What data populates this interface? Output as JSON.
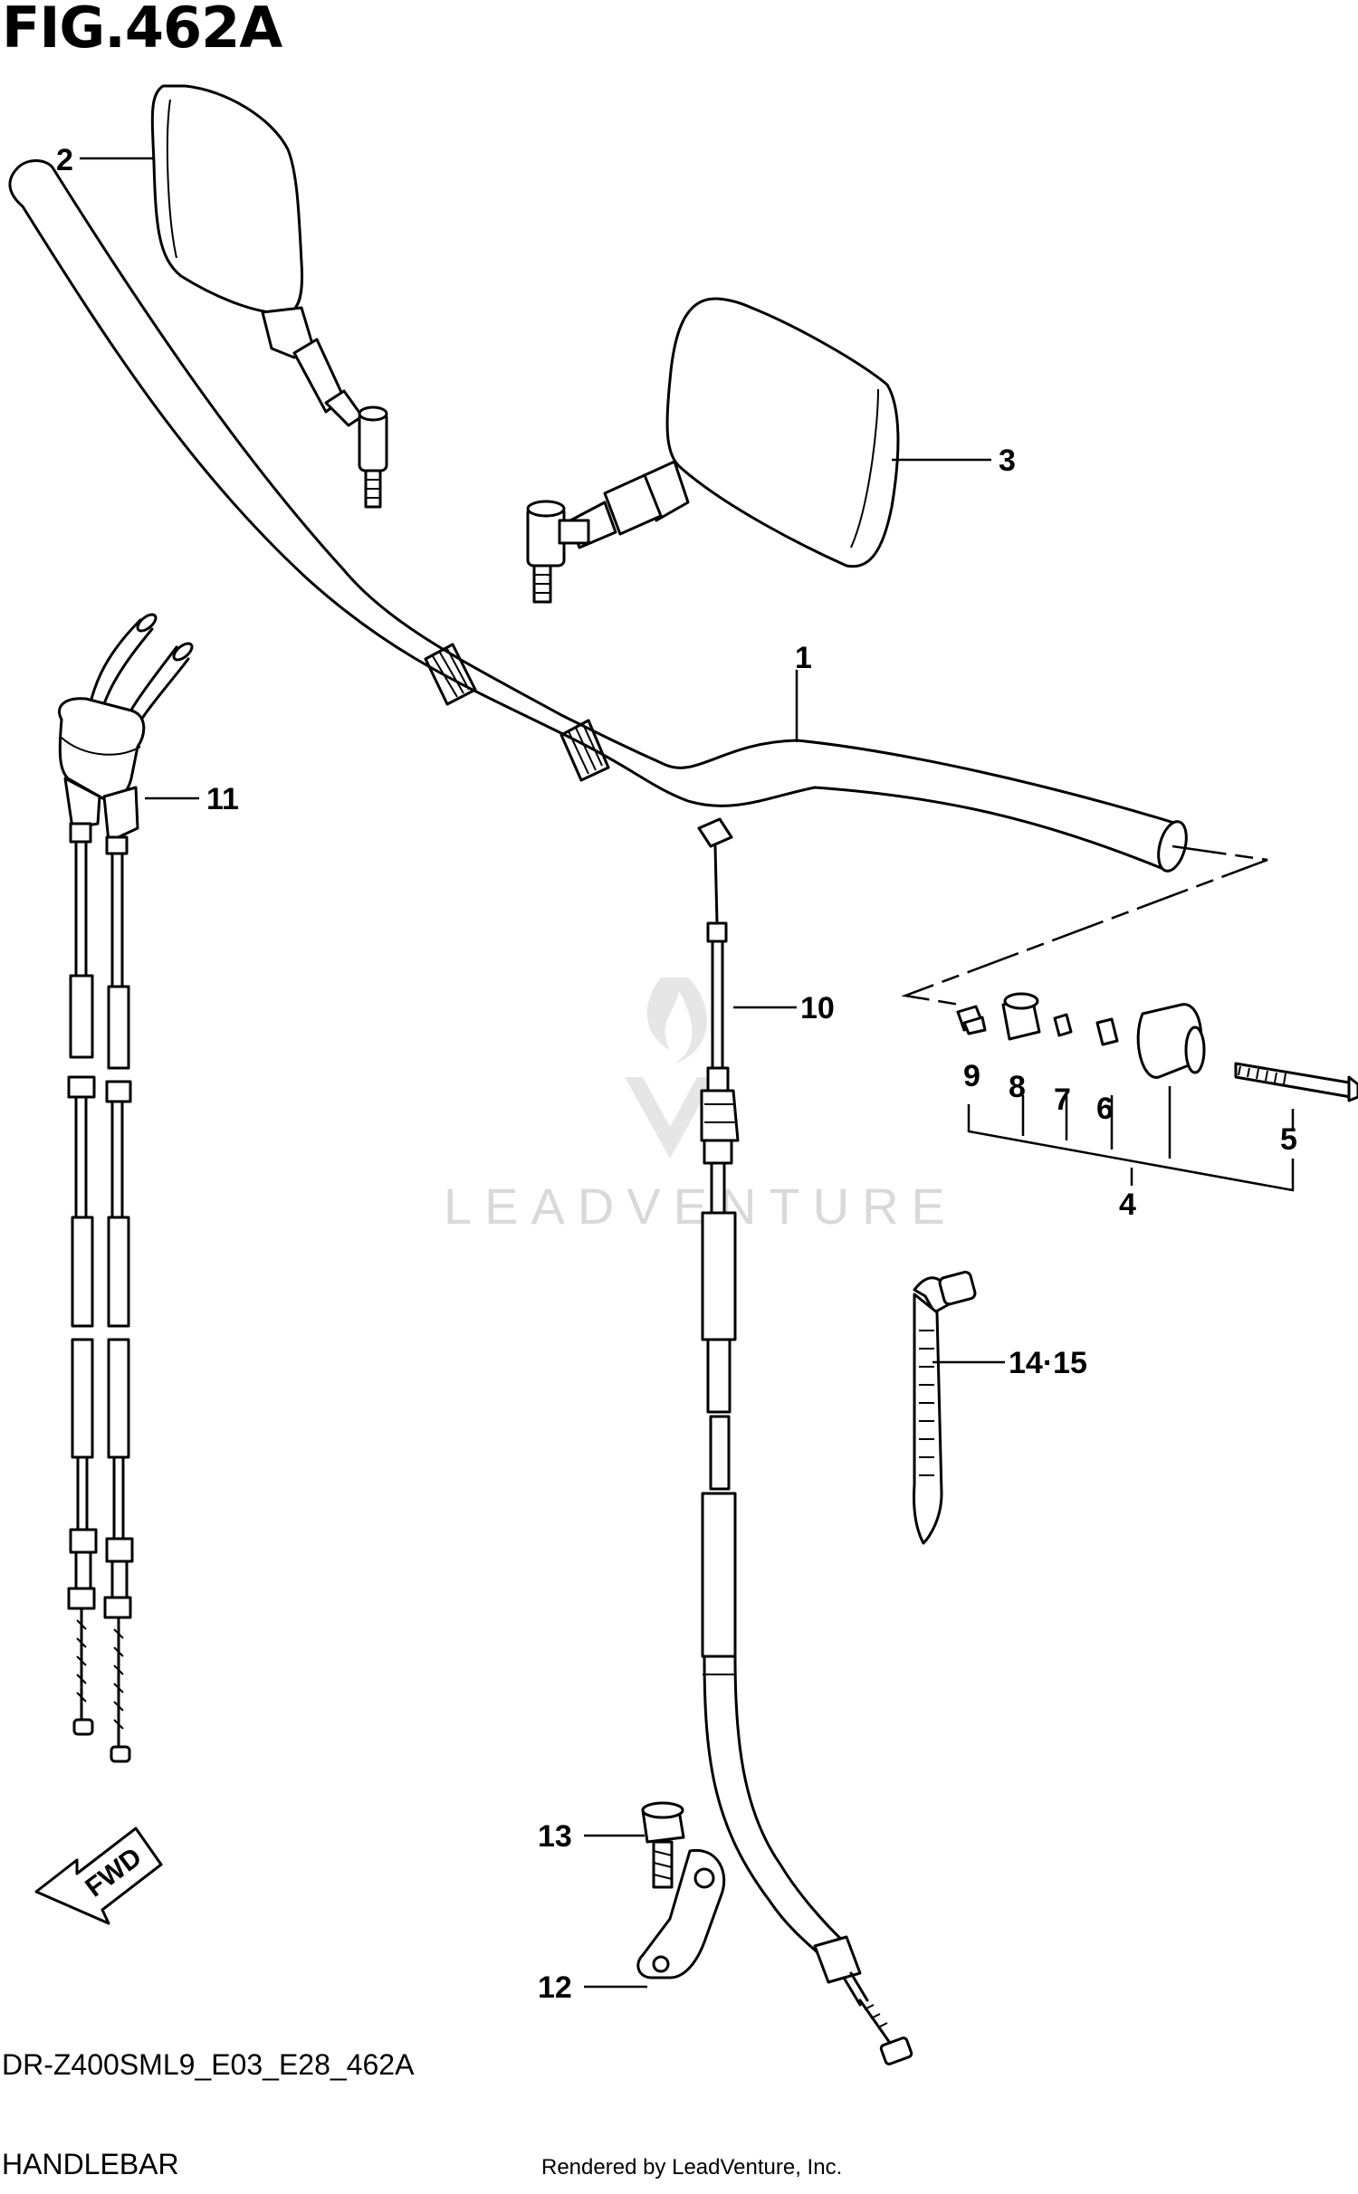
{
  "figure": {
    "title": "FIG.462A",
    "model_code": "DR-Z400SML9_E03_E28_462A",
    "name": "HANDLEBAR",
    "credit": "Rendered by LeadVenture, Inc.",
    "watermark": "LEADVENTURE",
    "fwd_label": "FWD"
  },
  "callouts": {
    "c1": "1",
    "c2": "2",
    "c3": "3",
    "c4": "4",
    "c5": "5",
    "c6": "6",
    "c7": "7",
    "c8": "8",
    "c9": "9",
    "c10": "10",
    "c11": "11",
    "c12": "12",
    "c13": "13",
    "c14": "14·15"
  },
  "colors": {
    "line": "#000000",
    "background": "#ffffff",
    "watermark": "#d9d9d9"
  }
}
